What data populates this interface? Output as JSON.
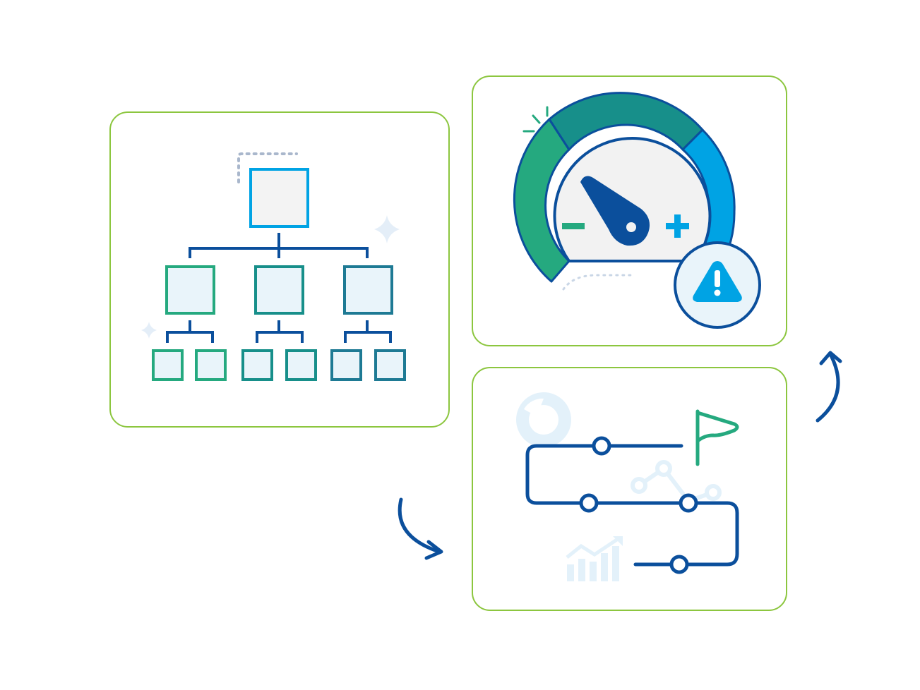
{
  "illustration": {
    "panels": [
      "org-hierarchy",
      "performance-gauge",
      "roadmap"
    ],
    "icons": {
      "hierarchy": "org-chart-icon",
      "gauge": "speedometer-icon",
      "warning": "warning-triangle-icon",
      "flag": "flag-icon",
      "arrows": "curved-arrow-icon"
    },
    "gauge": {
      "minus_symbol": "−",
      "plus_symbol": "+",
      "warning_symbol": "!"
    },
    "colors": {
      "panel_border": "#8cc63f",
      "navy": "#0b4f9c",
      "teal": "#178f8a",
      "green": "#25a97f",
      "blue": "#00a3e4",
      "box_fill": "#e9f4fa",
      "gauge_face": "#f2f2f2",
      "faded": "#e3f1fa"
    }
  }
}
